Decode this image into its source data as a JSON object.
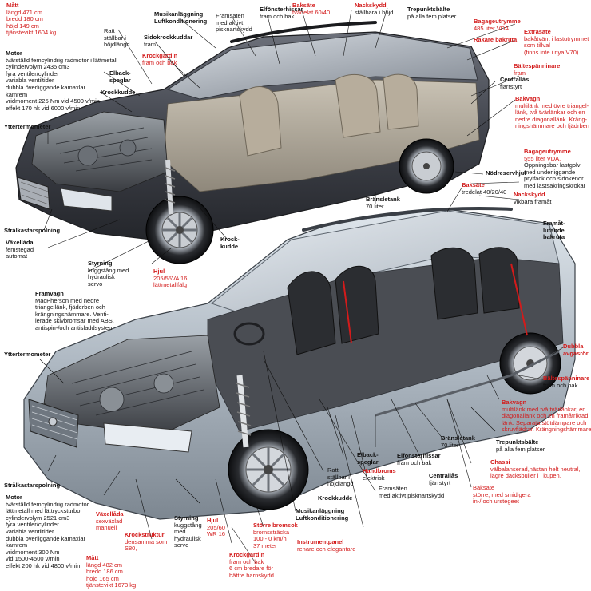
{
  "colors": {
    "red_label": "#d31b1b",
    "black_label": "#111111",
    "car_top_body": "#4c4f58",
    "car_bottom_body": "#b9c2cb"
  },
  "labels": {
    "matt_top": {
      "title": "Mått",
      "lines": [
        "längd  471 cm",
        "bredd  180 cm",
        "höjd   149 cm",
        "tjänstevikt 1604 kg"
      ]
    },
    "motor_top": {
      "title": "Motor",
      "lines": [
        "tvärställd femcylindrig radmotor i lättmetall",
        "cylindervolym 2435 cm3",
        "fyra ventiler/cylinder",
        "variabla ventiltider",
        "dubbla överliggande kamaxlar",
        "kamrem",
        "vridmoment 225 Nm vid 4500 v/min",
        "effekt 170 hk vid 6000 v/min"
      ]
    },
    "ratt_top": {
      "title": "",
      "lines": [
        "Ratt",
        "ställbar i",
        "höjdlängd"
      ]
    },
    "musik_top": {
      "title": "Musikanläggning",
      "lines": [
        "Luftkonditionering"
      ]
    },
    "sidokrock_top": {
      "title": "Sidokrockkuddar",
      "lines": [
        "fram"
      ]
    },
    "krockgardin_top": {
      "title": "Krockgardin",
      "lines": [
        "fram och bak"
      ]
    },
    "framsaten_top": {
      "title": "",
      "lines": [
        "Framsäten",
        "med aktivt",
        "pisknartskydd"
      ]
    },
    "elfonster_top": {
      "title": "Elfönsterhissar",
      "lines": [
        "fram och bak"
      ]
    },
    "baksate_top": {
      "title": "Baksäte",
      "lines": [
        "tvådelat 60/40"
      ]
    },
    "nackskydd_top": {
      "title": "Nackskydd",
      "lines": [
        "ställbara i höjd"
      ]
    },
    "trepunkt_top": {
      "title": "Trepunktsbälte",
      "lines": [
        "på alla fem platser"
      ]
    },
    "bagage_top": {
      "title": "Bagageutrymme",
      "lines": [
        "485 liter VDA"
      ]
    },
    "rakare_bakruta": {
      "title": "Rakare bakruta",
      "lines": []
    },
    "extrasate": {
      "title": "Extrasäte",
      "lines": [
        "bakåtvänt i lastutrymmet",
        "som tillval",
        "(finns inte i nya V70)"
      ]
    },
    "baltesp_top": {
      "title": "Bältespänninare",
      "lines": [
        "fram"
      ]
    },
    "centrallas_top": {
      "title": "Centrallås",
      "lines": [
        "fjärrstyrt"
      ]
    },
    "bakvagn_top": {
      "title": "Bakvagn",
      "lines": [
        "multilänk med övre triangel-",
        "länk, två tvärlänkar och en",
        "nedre diagonallänk. Kräng-",
        "ningshämmare och fjädrben"
      ]
    },
    "elbackspeglar_top": {
      "title": "Elback-",
      "lines": [
        "speglar"
      ]
    },
    "krockkudde_top": {
      "title": "Krockkudde",
      "lines": []
    },
    "yttertermometer_top": {
      "title": "Yttertermometer",
      "lines": []
    },
    "bagage_bottom": {
      "title": "Bagageutrymme",
      "lines": [
        "555 liter VDA.",
        "Öppningsbar lastgolv",
        "med underliggande",
        "prylfack och sidokenor",
        "med lastsäkringskrokar"
      ]
    },
    "nodreservhjul": {
      "title": "Nödreservhjul",
      "lines": []
    },
    "baksate_mid": {
      "title": "Baksäte",
      "lines": [
        "tredelat 40/20/40"
      ]
    },
    "nackskydd_mid": {
      "title": "Nackskydd",
      "lines": [
        "vikbara framåt"
      ]
    },
    "branslletank_top": {
      "title": "Bränsletank",
      "lines": [
        "70 liter"
      ]
    },
    "framatlutande": {
      "title": "Framåt-",
      "lines": [
        "lutande",
        "bakruta"
      ]
    },
    "krockkudde_mid": {
      "title": "Krock-",
      "lines": [
        "kudde"
      ]
    },
    "strala_top": {
      "title": "Strålkastarspolning",
      "lines": []
    },
    "vaxellada_top": {
      "title": "Växellåda",
      "lines": [
        "femstegad",
        "automat"
      ]
    },
    "styrning_top": {
      "title": "Styrning",
      "lines": [
        "kuggstång med",
        "hydraulisk",
        "servo"
      ]
    },
    "hjul_top": {
      "title": "Hjul",
      "lines": [
        "205/55VA 16",
        "lättmetallfälg"
      ]
    },
    "framvagn": {
      "title": "Framvagn",
      "lines": [
        "MacPherson med nedre",
        "triangellänk, fjäderben och",
        "krängningshämmare. Venti-",
        "lerade skivbromsar med ABS,",
        "antispin-/och antisladdsystem"
      ]
    },
    "yttertermometer_bottom": {
      "title": "Yttertermometer",
      "lines": []
    },
    "dubbla_asgasror": {
      "title": "Dubbla",
      "lines": [
        "avgasrör"
      ]
    },
    "baltesp_bottom": {
      "title": "Bältespänninare",
      "lines": [
        "fram och bak"
      ]
    },
    "bakvagn_bottom": {
      "title": "Bakvagn",
      "lines": [
        "multilänk med två tvärlänkar, en",
        "diagonallänk och en framåtriktad",
        "länk. Separata stötdämpare och",
        "skruvfjädrar. Krängningshämmare"
      ]
    },
    "trepunkt_bottom": {
      "title": "Trepunktsbälte",
      "lines": [
        "på alla fem platser"
      ]
    },
    "chassi": {
      "title": "Chassi",
      "lines": [
        "välbalanserad,nästan helt neutral,",
        "lägre däcksbuller i i kupen,"
      ]
    },
    "branslletank_bottom": {
      "title": "Bränsletank",
      "lines": [
        "70 liter"
      ]
    },
    "elfonster_bottom": {
      "title": "Elfönsterhissar",
      "lines": [
        "fram och bak"
      ]
    },
    "centrallas_bottom": {
      "title": "Centrallås",
      "lines": [
        "fjärrstyrt"
      ]
    },
    "elbackspeglar_bottom": {
      "title": "Elback-",
      "lines": [
        "speglar"
      ]
    },
    "handbroms": {
      "title": "Handbroms",
      "lines": [
        "elektrisk"
      ]
    },
    "ratt_bottom": {
      "title": "",
      "lines": [
        "Ratt",
        "ställbar i",
        "höjdlängd"
      ]
    },
    "framsaten_bottom": {
      "title": "",
      "lines": [
        "Framsäten",
        "med aktivt pisknartskydd"
      ]
    },
    "baksate_bottom": {
      "title": "",
      "lines": [
        "Baksäte",
        "större, med smidigera",
        "in-/ och urstegeet"
      ]
    },
    "krockkudde_bottom": {
      "title": "Krockkudde",
      "lines": []
    },
    "strala_bottom": {
      "title": "Strålkastarspolning",
      "lines": []
    },
    "motor_bottom": {
      "title": "Motor",
      "lines": [
        "tvärställd femcylindrig radmotor",
        "lättmetall med lättrycksturbo",
        "cylindervolym 2521 cm3",
        "fyra ventiler/cylinder",
        "variabla ventiltider",
        "dubbla överliggande kamaxlar",
        "kamrem",
        "vridmoment  300 Nm",
        "vid 1500-4500 v/min",
        "effekt 200 hk vid 4800 v/min"
      ]
    },
    "vaxellada_bottom": {
      "title": "Växellåda",
      "lines": [
        "sexväxlad",
        "manuell"
      ]
    },
    "styrning_bottom": {
      "title": "Styrning",
      "lines": [
        "kuggstång",
        "med",
        "hydraulisk",
        "servo"
      ]
    },
    "hjul_bottom": {
      "title": "Hjul",
      "lines": [
        "205/60",
        "WR 16"
      ]
    },
    "storre_bromsok": {
      "title": "Större bromsok",
      "lines": [
        "bromssträcka",
        "100 - 0 km/h",
        "37 meter"
      ]
    },
    "musik_bottom": {
      "title": "Musikanläggning",
      "lines": [
        "Luftkonditionering"
      ]
    },
    "instrumentpanel": {
      "title": "Instrumentpanel",
      "lines": [
        "renare och elegantare"
      ]
    },
    "krockstruktur": {
      "title": "Krockstruktur",
      "lines": [
        "densamma som",
        "S80,"
      ]
    },
    "krockgardin_bottom": {
      "title": "Krockgardin",
      "lines": [
        "fram och bak",
        "6 cm bredare för",
        "bättre barnskydd"
      ]
    },
    "matt_bottom": {
      "title": "Mått",
      "lines": [
        "längd  482 cm",
        "bredd  186 cm",
        "höjd   165 cm",
        "tjänstevikt 1673 kg"
      ]
    }
  }
}
